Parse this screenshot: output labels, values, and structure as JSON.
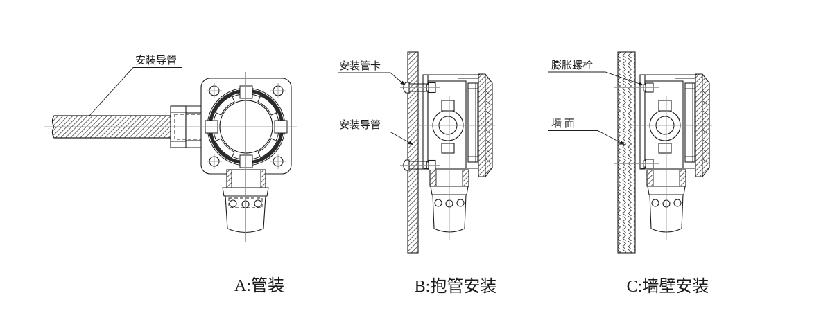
{
  "diagram": {
    "description_kind": "installation-methods-technical-drawing",
    "colors": {
      "line": "#1c1c1c",
      "centerline": "#8f8f8f",
      "hatch": "#3c3c3c",
      "background": "#ffffff"
    },
    "panels": [
      {
        "key": "A",
        "caption": "A:管装",
        "labels": [
          {
            "name": "conduit",
            "text": "安装导管"
          }
        ]
      },
      {
        "key": "B",
        "caption": "B:抱管安装",
        "labels": [
          {
            "name": "pipe-clamp",
            "text": "安装管卡"
          },
          {
            "name": "conduit",
            "text": "安装导管"
          }
        ]
      },
      {
        "key": "C",
        "caption": "C:墙壁安装",
        "labels": [
          {
            "name": "expansion-bolt",
            "text": "膨胀螺栓"
          },
          {
            "name": "wall-surface",
            "text": "墙 面"
          }
        ]
      }
    ]
  }
}
